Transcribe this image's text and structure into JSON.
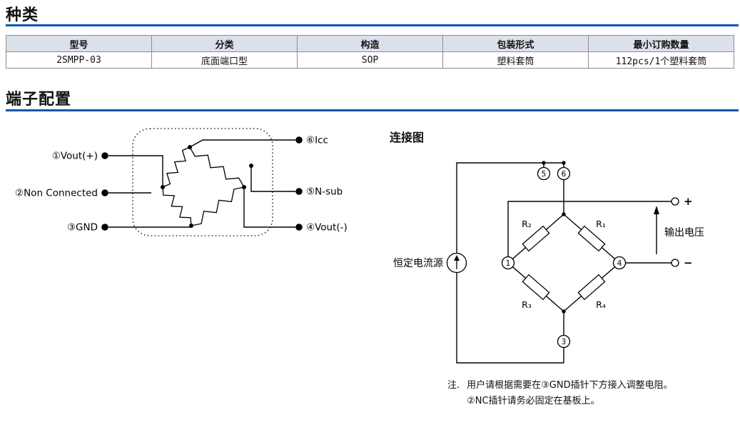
{
  "sections": {
    "types_title": "种类",
    "terminals_title": "端子配置"
  },
  "table": {
    "headers": [
      "型号",
      "分类",
      "构造",
      "包装形式",
      "最小订购数量"
    ],
    "row": [
      "2SMPP-03",
      "底面端口型",
      "SOP",
      "塑料套筒",
      "112pcs/1个塑料套筒"
    ]
  },
  "pin_diagram": {
    "pin1": "①Vout(+)",
    "pin2": "②Non Connected",
    "pin3": "③GND",
    "pin4": "④Vout(-)",
    "pin5": "⑤N-sub",
    "pin6": "⑥Icc"
  },
  "connection": {
    "title": "连接图",
    "current_source": "恒定电流源",
    "output_voltage": "输出电压",
    "plus": "+",
    "minus": "−",
    "r1": "R₁",
    "r2": "R₂",
    "r3": "R₃",
    "r4": "R₄",
    "n1": "1",
    "n3": "3",
    "n4": "4",
    "n5": "5",
    "n6": "6",
    "note_label": "注.",
    "note_line1": "用户请根据需要在③GND插针下方接入调整电阻。",
    "note_line2": "②NC插针请务必固定在基板上。"
  },
  "colors": {
    "accent": "#005bac",
    "table_header_bg": "#dbe1ea"
  }
}
